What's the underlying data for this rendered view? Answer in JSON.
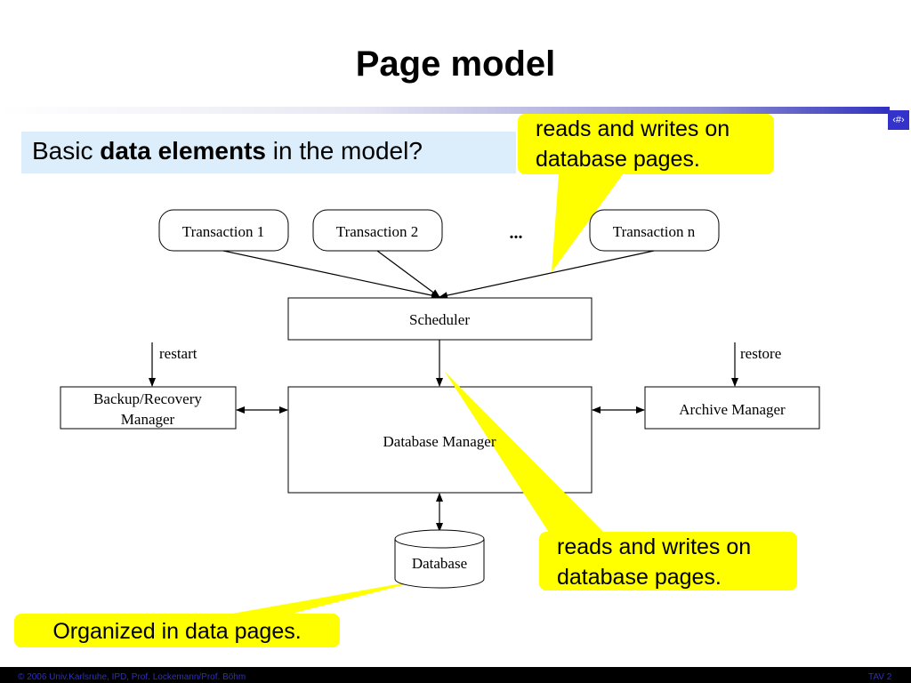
{
  "title": "Page model",
  "slide_number": "‹#›",
  "question": {
    "prefix": "Basic ",
    "bold": "data elements",
    "suffix": " in the model?"
  },
  "callouts": {
    "top": "reads and writes on database pages.",
    "right": "reads and writes on database pages.",
    "bottom": "Organized in data pages."
  },
  "diagram": {
    "transactions": [
      "Transaction 1",
      "Transaction 2",
      "Transaction n"
    ],
    "ellipsis": "...",
    "scheduler": "Scheduler",
    "database_manager": "Database Manager",
    "backup_manager_line1": "Backup/Recovery",
    "backup_manager_line2": "Manager",
    "archive_manager": "Archive Manager",
    "database": "Database",
    "restart": "restart",
    "restore": "restore"
  },
  "footer": {
    "left": "© 2006 Univ.Karlsruhe, IPD, Prof. Lockemann/Prof. Böhm",
    "right": "TAV 2"
  },
  "colors": {
    "callout": "#ffff00",
    "question_bg": "#dceefb",
    "accent": "#3333cc"
  }
}
